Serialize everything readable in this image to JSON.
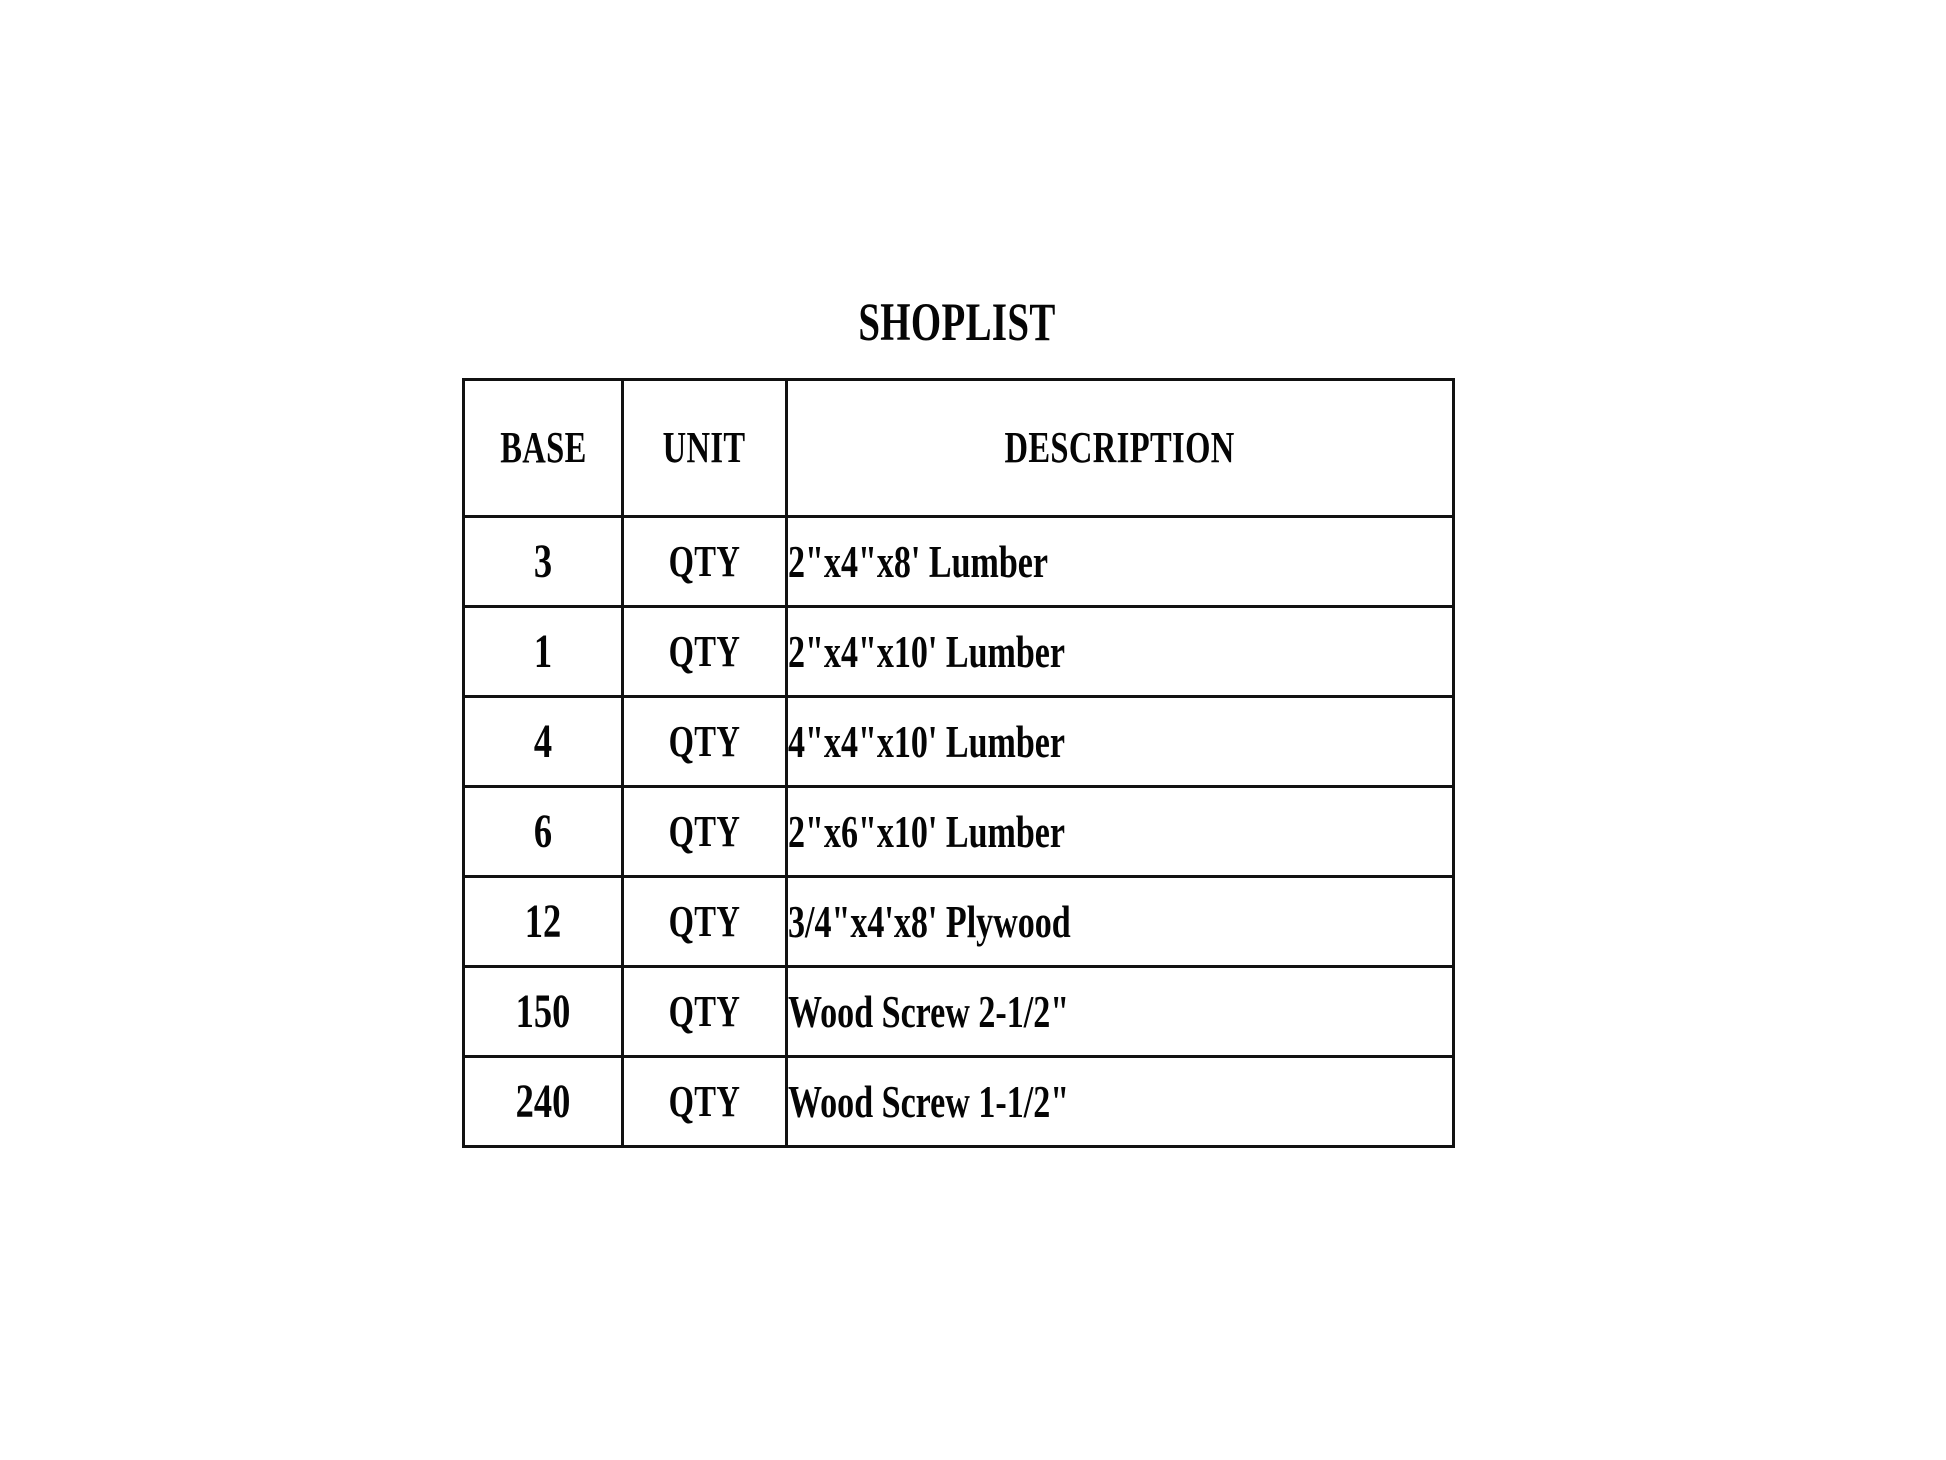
{
  "document": {
    "title": "SHOPLIST",
    "background_color": "#ffffff",
    "text_color": "#050505",
    "border_color": "#111111"
  },
  "table": {
    "headers": {
      "base": "BASE",
      "unit": "UNIT",
      "description": "DESCRIPTION"
    },
    "rows": [
      {
        "base": "3",
        "unit": "QTY",
        "description": "2\"x4\"x8' Lumber"
      },
      {
        "base": "1",
        "unit": "QTY",
        "description": "2\"x4\"x10' Lumber"
      },
      {
        "base": "4",
        "unit": "QTY",
        "description": "4\"x4\"x10' Lumber"
      },
      {
        "base": "6",
        "unit": "QTY",
        "description": "2\"x6\"x10' Lumber"
      },
      {
        "base": "12",
        "unit": "QTY",
        "description": "3/4\"x4'x8' Plywood"
      },
      {
        "base": "150",
        "unit": "QTY",
        "description": "Wood Screw 2-1/2\""
      },
      {
        "base": "240",
        "unit": "QTY",
        "description": "Wood Screw 1-1/2\""
      }
    ]
  }
}
